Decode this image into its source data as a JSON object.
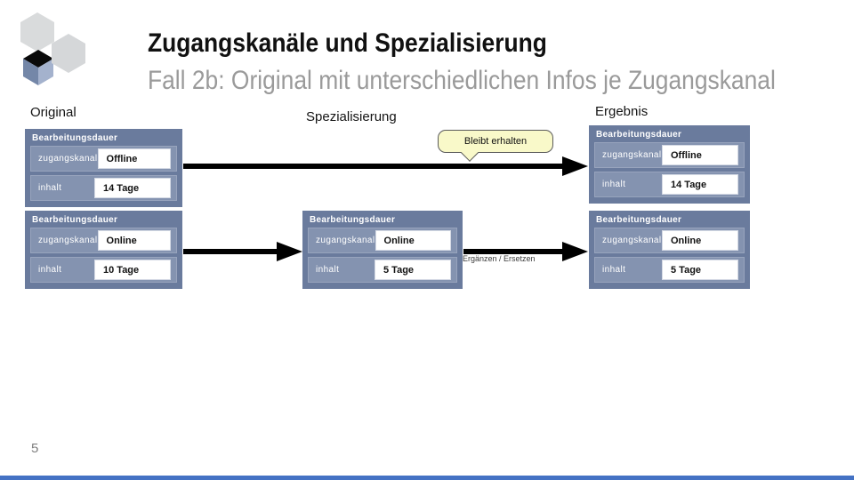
{
  "slide": {
    "title": "Zugangskanäle und Spezialisierung",
    "subtitle": "Fall 2b: Original mit unterschiedlichen Infos je Zugangskanal",
    "page_number": "5",
    "logo_icon": "hexagon-cube-logo"
  },
  "column_labels": {
    "original": "Original",
    "specialization": "Spezialisierung",
    "result": "Ergebnis"
  },
  "boxes": [
    {
      "column": "original",
      "header": "Bearbeitungsdauer",
      "rows": [
        {
          "label": "zugangskanal",
          "value": "Offline"
        },
        {
          "label": "inhalt",
          "value": "14 Tage"
        }
      ]
    },
    {
      "column": "original",
      "header": "Bearbeitungsdauer",
      "rows": [
        {
          "label": "zugangskanal",
          "value": "Online"
        },
        {
          "label": "inhalt",
          "value": "10 Tage"
        }
      ]
    },
    {
      "column": "specialization",
      "header": "Bearbeitungsdauer",
      "rows": [
        {
          "label": "zugangskanal",
          "value": "Online"
        },
        {
          "label": "inhalt",
          "value": "5 Tage"
        }
      ]
    },
    {
      "column": "result",
      "header": "Bearbeitungsdauer",
      "rows": [
        {
          "label": "zugangskanal",
          "value": "Offline"
        },
        {
          "label": "inhalt",
          "value": "14 Tage"
        }
      ]
    },
    {
      "column": "result",
      "header": "Bearbeitungsdauer",
      "rows": [
        {
          "label": "zugangskanal",
          "value": "Online"
        },
        {
          "label": "inhalt",
          "value": "5 Tage"
        }
      ]
    }
  ],
  "annotations": {
    "callout": "Bleibt erhalten",
    "arrow_label": "Ergänzen / Ersetzen"
  },
  "colors": {
    "box_fill": "#6a7b9d",
    "row_fill": "#8493b0",
    "callout_fill": "#f9f9c9",
    "callout_border": "#5a5a5a",
    "arrow": "#000000",
    "footer_bar": "#4472c4",
    "subtitle_text": "#9a9a9a",
    "logo_black": "#0a0a0a",
    "logo_blue_left": "#7487a8",
    "logo_blue_right": "#a4b2cd",
    "logo_gray_hex": "#d8dadc"
  }
}
